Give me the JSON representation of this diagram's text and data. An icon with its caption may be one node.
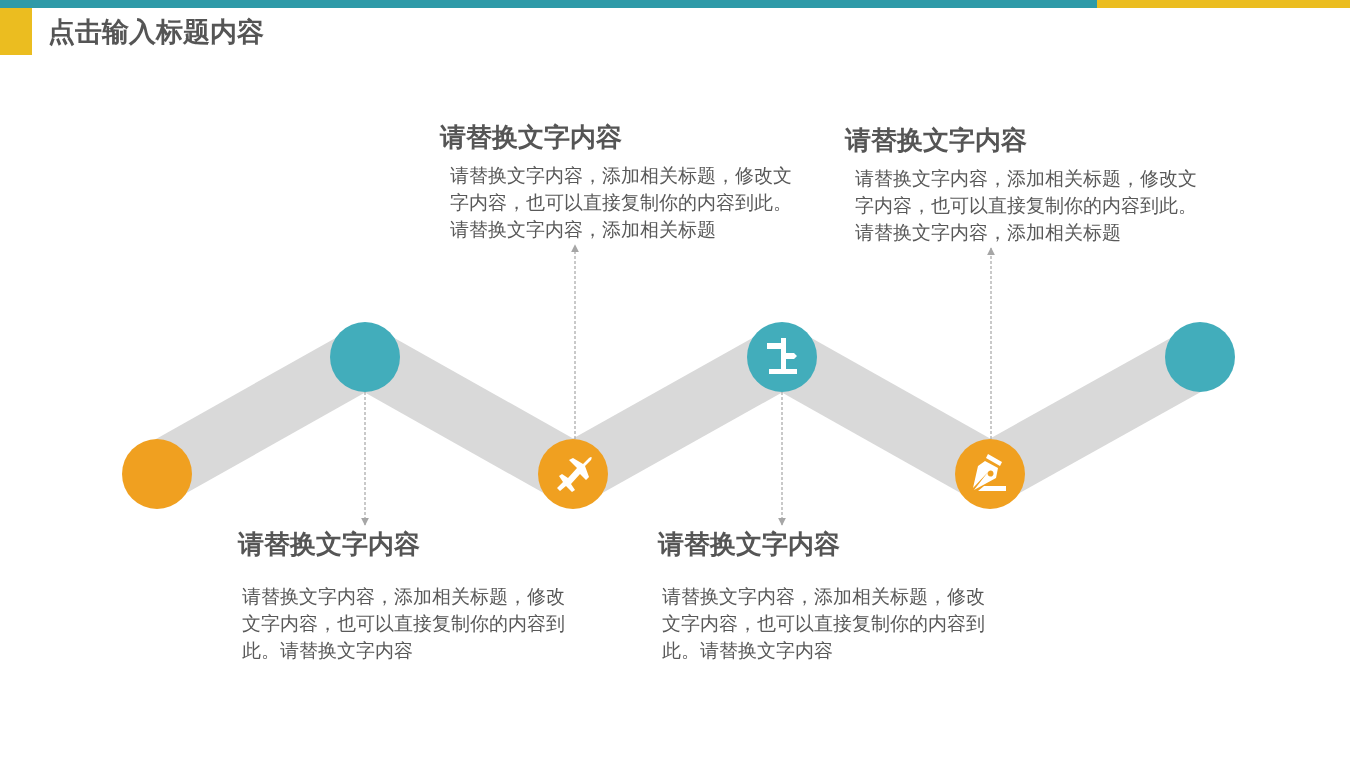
{
  "diagram": {
    "title": "点击输入标题内容",
    "nodes": [
      {
        "text": [],
        "shape": "circle"
      },
      {
        "text": [],
        "shape": "circle"
      },
      {
        "text": [],
        "shape": "circle"
      },
      {
        "text": [],
        "shape": "circle"
      },
      {
        "text": [],
        "shape": "circle"
      },
      {
        "text": [],
        "shape": "circle"
      },
      {
        "text": [
          "请替换文字内容",
          "请替换文字内容，添加相关标题，修改文字内容，也可以直接复制你的内容到此。请替换文字内容，添加相关标题"
        ]
      },
      {
        "text": [
          "请替换文字内容",
          "请替换文字内容，添加相关标题，修改文字内容，也可以直接复制你的内容到此。请替换文字内容，添加相关标题"
        ]
      },
      {
        "text": [
          "请替换文字内容",
          "请替换文字内容，添加相关标题，修改文字内容，也可以直接复制你的内容到此。请替换文字内容"
        ]
      },
      {
        "text": [
          "请替换文字内容",
          "请替换文字内容，添加相关标题，修改文字内容，也可以直接复制你的内容到此。请替换文字内容"
        ]
      }
    ],
    "edges": [
      {
        "from": 0,
        "to": 1,
        "arrow": "none"
      },
      {
        "from": 1,
        "to": 2,
        "arrow": "none"
      },
      {
        "from": 2,
        "to": 3,
        "arrow": "none"
      },
      {
        "from": 3,
        "to": 4,
        "arrow": "none"
      },
      {
        "from": 4,
        "to": 5,
        "arrow": "none"
      },
      {
        "from": 1,
        "to": 8,
        "arrow": "to",
        "style": "dashed",
        "color": "#a6a6a6"
      },
      {
        "from": 2,
        "to": 6,
        "arrow": "to",
        "style": "dashed",
        "color": "#a6a6a6"
      },
      {
        "from": 3,
        "to": 9,
        "arrow": "to",
        "style": "dashed",
        "color": "#a6a6a6"
      },
      {
        "from": 4,
        "to": 7,
        "arrow": "to",
        "style": "dashed",
        "color": "#a6a6a6"
      }
    ]
  }
}
